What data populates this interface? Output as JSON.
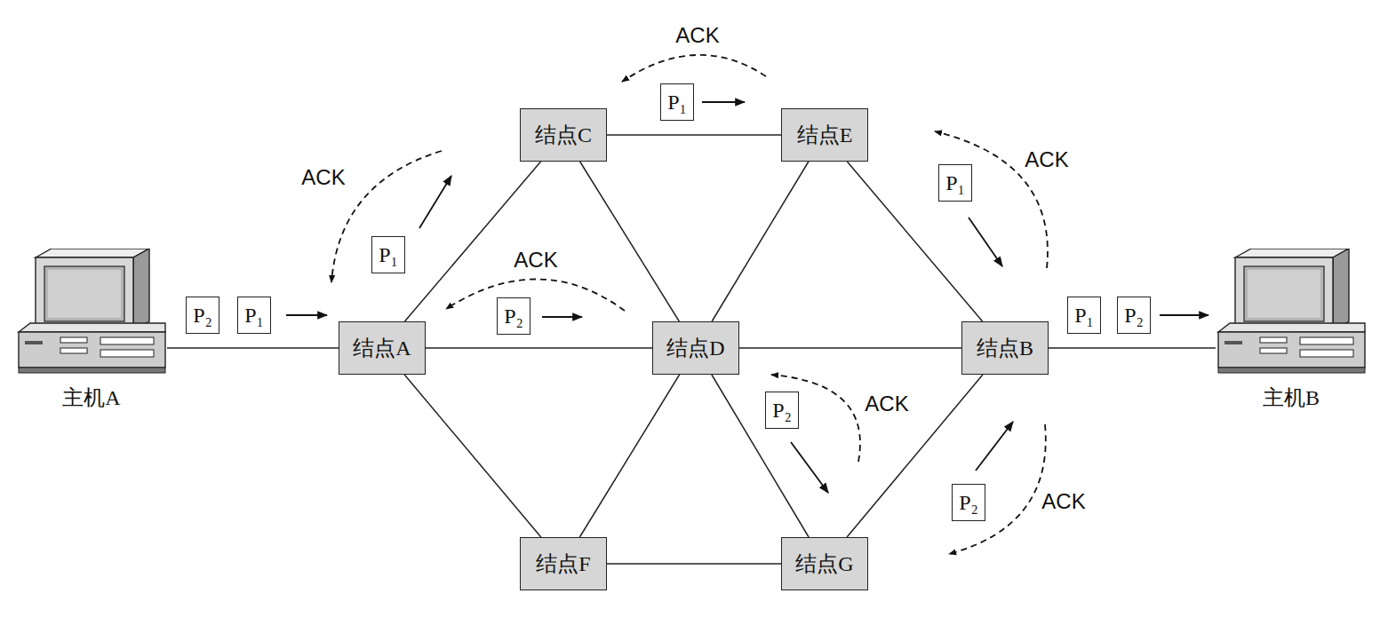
{
  "diagram": {
    "nodes": [
      {
        "text": [
          "P₁"
        ]
      },
      {
        "text": [
          "结点C"
        ]
      },
      {
        "text": [
          "结点E"
        ]
      },
      {
        "text": [
          "P₁"
        ]
      },
      {
        "text": [
          "P₁"
        ]
      },
      {
        "text": [
          "P₂"
        ]
      },
      {
        "text": [
          "P₁"
        ]
      },
      {
        "text": [
          "P₂"
        ]
      },
      {
        "text": [
          "主机A"
        ]
      },
      {
        "text": [
          "结点A"
        ]
      },
      {
        "text": [
          "结点D"
        ]
      },
      {
        "text": [
          "结点B"
        ]
      },
      {
        "text": [
          "P₁"
        ]
      },
      {
        "text": [
          "P₂"
        ]
      },
      {
        "text": [
          "主机B"
        ]
      },
      {
        "text": [
          "P₂"
        ]
      },
      {
        "text": [
          "P₂"
        ]
      },
      {
        "text": [
          "结点F"
        ]
      },
      {
        "text": [
          "结点G"
        ]
      }
    ],
    "edges": [
      {
        "from": 8,
        "to": 9,
        "arrow": "none"
      },
      {
        "from": 9,
        "to": 1,
        "arrow": "none"
      },
      {
        "from": 9,
        "to": 10,
        "arrow": "none"
      },
      {
        "from": 9,
        "to": 17,
        "arrow": "none"
      },
      {
        "from": 1,
        "to": 2,
        "arrow": "none"
      },
      {
        "from": 1,
        "to": 10,
        "arrow": "none"
      },
      {
        "from": 2,
        "to": 10,
        "arrow": "none"
      },
      {
        "from": 2,
        "to": 11,
        "arrow": "none"
      },
      {
        "from": 10,
        "to": 11,
        "arrow": "none"
      },
      {
        "from": 10,
        "to": 17,
        "arrow": "none"
      },
      {
        "from": 10,
        "to": 18,
        "arrow": "none"
      },
      {
        "from": 17,
        "to": 18,
        "arrow": "none"
      },
      {
        "from": 18,
        "to": 11,
        "arrow": "none"
      },
      {
        "from": 11,
        "to": 14,
        "arrow": "none"
      }
    ],
    "labels": [
      "ACK",
      "ACK",
      "ACK",
      "ACK",
      "ACK",
      "ACK"
    ]
  }
}
